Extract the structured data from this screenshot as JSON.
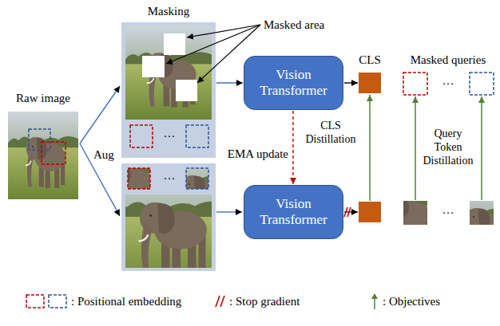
{
  "diagram": {
    "nodes": [
      {
        "text": [
          "Raw image"
        ]
      },
      {
        "text": [
          "Masking"
        ]
      },
      {
        "text": [
          "Vision Transformer"
        ]
      },
      {
        "text": [
          "Vision Transformer"
        ]
      },
      {
        "text": [
          "CLS"
        ]
      }
    ],
    "edges": [
      {
        "from": 0,
        "to": 1,
        "arrow": "to"
      },
      {
        "from": 1,
        "to": 2,
        "arrow": "to"
      },
      {
        "from": 2,
        "to": 4,
        "arrow": "to"
      },
      {
        "from": 2,
        "to": 3,
        "arrow": "to",
        "label": "EMA update"
      }
    ],
    "labels": [
      "Masked area",
      "Aug",
      "CLS Distillation",
      "Masked queries",
      "…",
      "…",
      "…",
      "…",
      "Query Token Distillation"
    ],
    "legend": [
      {
        "text": ": Positional embedding"
      },
      {
        "text": ": Stop gradient"
      },
      {
        "text": ": Objectives"
      }
    ]
  }
}
